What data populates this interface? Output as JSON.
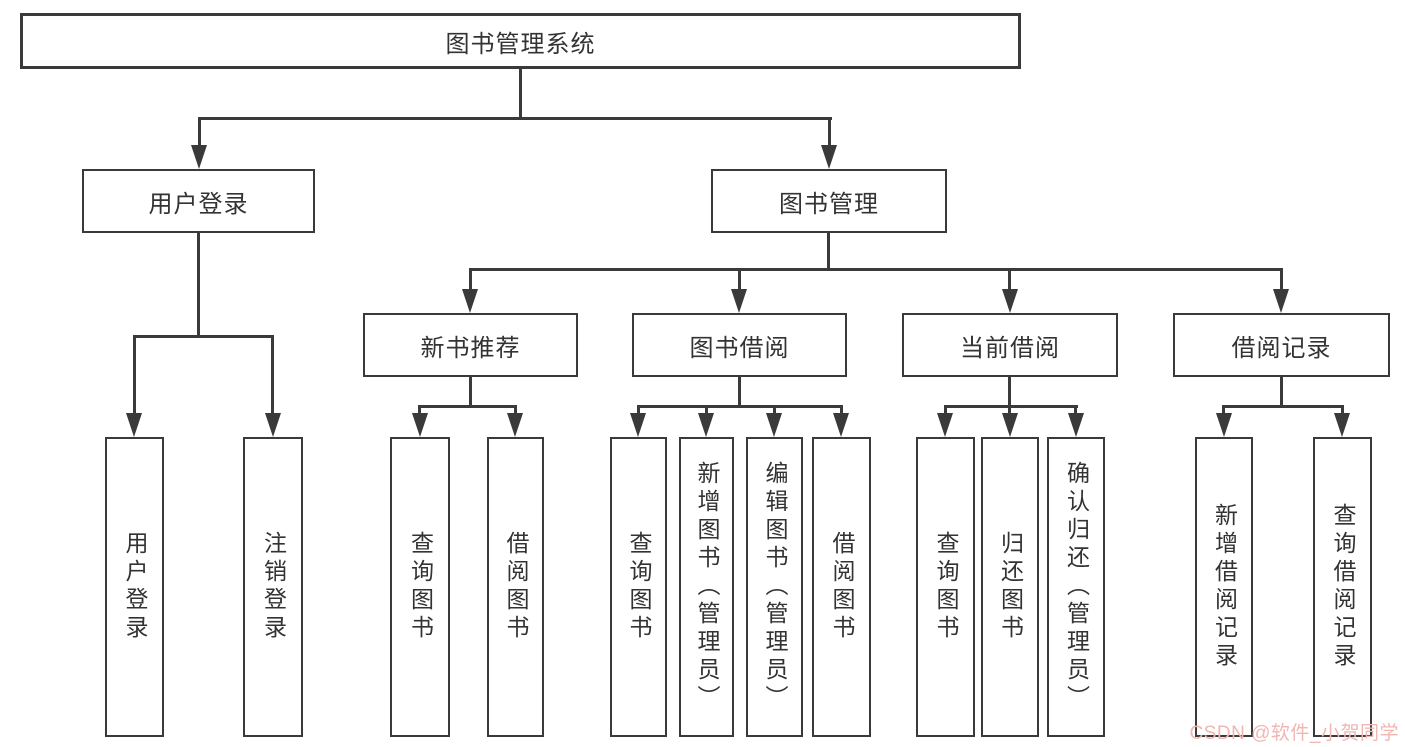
{
  "colors": {
    "line": "#3a3a3a",
    "box_border": "#3a3a3a",
    "text": "#333333",
    "background": "#ffffff",
    "watermark": "#f0b6b2"
  },
  "diagram": {
    "type": "hierarchy-tree",
    "root": {
      "label": "图书管理系统"
    },
    "level2": {
      "user_login": {
        "label": "用户登录"
      },
      "book_mgmt": {
        "label": "图书管理"
      }
    },
    "level3": {
      "new_book": {
        "label": "新书推荐"
      },
      "book_borrow": {
        "label": "图书借阅"
      },
      "current_borrow": {
        "label": "当前借阅"
      },
      "borrow_record": {
        "label": "借阅记录"
      }
    },
    "leaves": {
      "user_login": [
        "用户登录",
        "注销登录"
      ],
      "new_book": [
        "查询图书",
        "借阅图书"
      ],
      "book_borrow": [
        "查询图书",
        "新增图书（管理员）",
        "编辑图书（管理员）",
        "借阅图书"
      ],
      "current_borrow": [
        "查询图书",
        "归还图书",
        "确认归还（管理员）"
      ],
      "borrow_record": [
        "新增借阅记录",
        "查询借阅记录"
      ]
    }
  },
  "watermark": {
    "text": "CSDN @软件_小贺同学"
  }
}
